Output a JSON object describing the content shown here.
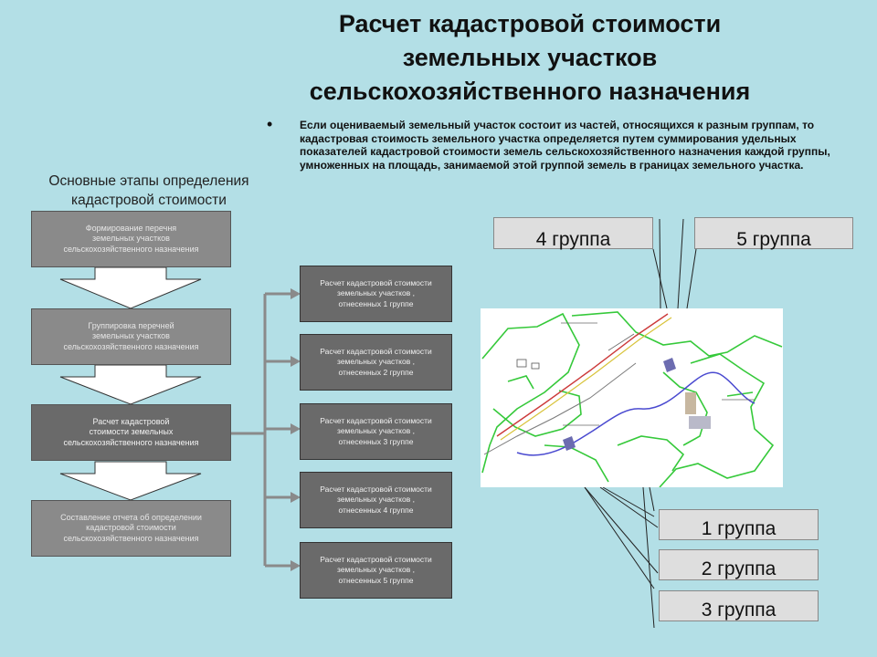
{
  "title": {
    "line1": "Расчет кадастровой стоимости",
    "line2": "земельных участков",
    "line3": "сельскохозяйственного назначения"
  },
  "bullet": {
    "symbol": "•",
    "text": "Если оцениваемый земельный участок состоит из частей, относящихся к разным группам, то кадастровая стоимость земельного участка определяется путем суммирования удельных показателей кадастровой стоимости земель сельскохозяйственного назначения каждой группы, умноженных на площадь, занимаемой этой группой земель в границах земельного участка."
  },
  "stages_label": {
    "line1": "Основные этапы определения",
    "line2": "кадастровой стоимости"
  },
  "left_steps": [
    {
      "line1": "Формирование перечня",
      "line2": "земельных участков",
      "line3": "сельскохозяйственного назначения"
    },
    {
      "line1": "Группировка перечней",
      "line2": "земельных участков",
      "line3": "сельскохозяйственного назначения"
    },
    {
      "line1": "Расчет кадастровой",
      "line2": "стоимости земельных",
      "line3": "сельскохозяйственного назначения"
    },
    {
      "line1": "Составление отчета об определении",
      "line2": "кадастровой стоимости",
      "line3": "сельскохозяйственного назначения"
    }
  ],
  "group_calcs": [
    {
      "line1": "Расчет кадастровой стоимости",
      "line2": "земельных участков ,",
      "line3": "отнесенных 1 группе"
    },
    {
      "line1": "Расчет кадастровой стоимости",
      "line2": "земельных участков ,",
      "line3": "отнесенных 2 группе"
    },
    {
      "line1": "Расчет кадастровой стоимости",
      "line2": "земельных участков ,",
      "line3": "отнесенных 3 группе"
    },
    {
      "line1": "Расчет кадастровой стоимости",
      "line2": "земельных участков ,",
      "line3": "отнесенных 4 группе"
    },
    {
      "line1": "Расчет кадастровой стоимости",
      "line2": "земельных участков ,",
      "line3": "отнесенных 5 группе"
    }
  ],
  "groups": {
    "g4": "4 группа",
    "g5": "5 группа",
    "g1": "1 группа",
    "g2": "2 группа",
    "g3": "3 группа"
  },
  "colors": {
    "background": "#b3dfe6",
    "box_light": "#8a8a8a",
    "box_dark": "#6a6a6a",
    "group_box": "#dedede",
    "map_boundary": "#35c93a",
    "map_river": "#4a4ad0"
  }
}
